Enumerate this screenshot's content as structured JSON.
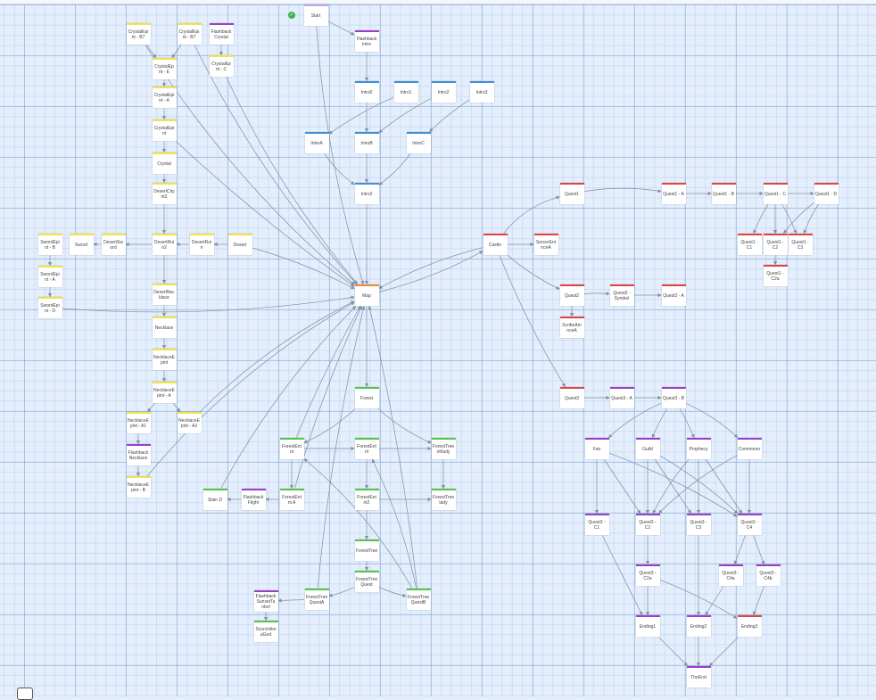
{
  "colors": {
    "yellow": "#f0e44a",
    "blue": "#3d8fd8",
    "purple": "#9a3fc9",
    "red": "#e04444",
    "green": "#52c64a",
    "orange": "#ef8a2f",
    "lilac": "#c9a6e6",
    "edge": "#7f8fa3"
  },
  "start_badge": "✓",
  "nodes": [
    {
      "id": "crystal_a1",
      "label": "CrystalEpi nt - B7",
      "color": "yellow"
    },
    {
      "id": "crystal_a2",
      "label": "CrystalEpi nt - B7",
      "color": "yellow"
    },
    {
      "id": "flashback_crystal",
      "label": "Flashback Crystal",
      "color": "purple"
    },
    {
      "id": "crystal_e",
      "label": "CrystalEp nt - E",
      "color": "yellow"
    },
    {
      "id": "crystal_c",
      "label": "CrystalEp nt - C",
      "color": "yellow"
    },
    {
      "id": "crystal_a",
      "label": "CrystalEpi nt - A",
      "color": "yellow"
    },
    {
      "id": "crystal_plain",
      "label": "CrystalEpi nt",
      "color": "yellow"
    },
    {
      "id": "crystal",
      "label": "Crystal",
      "color": "yellow"
    },
    {
      "id": "desert_city",
      "label": "DesertCity nt2",
      "color": "yellow"
    },
    {
      "id": "desert_r2",
      "label": "DesertRui n2",
      "color": "yellow"
    },
    {
      "id": "desert_r",
      "label": "DesertRui n",
      "color": "yellow"
    },
    {
      "id": "desert",
      "label": "Desert",
      "color": "yellow"
    },
    {
      "id": "desert_sw",
      "label": "DesertSw ord",
      "color": "yellow"
    },
    {
      "id": "sword",
      "label": "Sword",
      "color": "yellow"
    },
    {
      "id": "sword_b",
      "label": "SwordEpi nt - B",
      "color": "yellow"
    },
    {
      "id": "sword_a",
      "label": "SwordEpi nt - A",
      "color": "yellow"
    },
    {
      "id": "sword_d",
      "label": "SwordEpi nt - D",
      "color": "yellow"
    },
    {
      "id": "desert_necklace",
      "label": "DesertNec klace",
      "color": "yellow"
    },
    {
      "id": "necklace",
      "label": "Necklace",
      "color": "yellow"
    },
    {
      "id": "necklace_plain",
      "label": "NecklaceE pint",
      "color": "yellow"
    },
    {
      "id": "necklace_a",
      "label": "NecklaceE pint - A",
      "color": "yellow"
    },
    {
      "id": "necklace_a1",
      "label": "NecklaceE pint - A1",
      "color": "yellow"
    },
    {
      "id": "necklace_a2",
      "label": "NecklaceE pint - A2",
      "color": "yellow"
    },
    {
      "id": "flashback_necklace",
      "label": "Flashback Necklace",
      "color": "purple"
    },
    {
      "id": "necklace_b",
      "label": "NecklaceE pint - B",
      "color": "yellow"
    },
    {
      "id": "start",
      "label": "Start",
      "color": "lilac"
    },
    {
      "id": "flashback_intro",
      "label": "Flashback Intro",
      "color": "purple"
    },
    {
      "id": "intro0",
      "label": "Intro0",
      "color": "blue"
    },
    {
      "id": "intro1",
      "label": "Intro1",
      "color": "blue"
    },
    {
      "id": "intro2",
      "label": "Intro2",
      "color": "blue"
    },
    {
      "id": "intro3",
      "label": "Intro3",
      "color": "blue"
    },
    {
      "id": "introa",
      "label": "IntroA",
      "color": "blue"
    },
    {
      "id": "introb",
      "label": "IntroB",
      "color": "blue"
    },
    {
      "id": "introc",
      "label": "IntroC",
      "color": "blue"
    },
    {
      "id": "intro_end",
      "label": "Intro2",
      "color": "blue"
    },
    {
      "id": "map",
      "label": "Map",
      "color": "orange"
    },
    {
      "id": "castle",
      "label": "Castle",
      "color": "red"
    },
    {
      "id": "sorcerer",
      "label": "SorcerEnt nceA",
      "color": "red"
    },
    {
      "id": "quest1",
      "label": "Quest1",
      "color": "red"
    },
    {
      "id": "quest1_a",
      "label": "Quest1 - A",
      "color": "red"
    },
    {
      "id": "quest1_b",
      "label": "Quest1 - B",
      "color": "red"
    },
    {
      "id": "quest1_c",
      "label": "Quest1 - C",
      "color": "red"
    },
    {
      "id": "quest1_d",
      "label": "Quest1 - D",
      "color": "red"
    },
    {
      "id": "quest1_c1",
      "label": "Quest1 - C1",
      "color": "red"
    },
    {
      "id": "quest1_c2",
      "label": "Quest1 - C2",
      "color": "red"
    },
    {
      "id": "quest1_c3",
      "label": "Quest1 - C3",
      "color": "red"
    },
    {
      "id": "quest1_c2a",
      "label": "Quest1 - C2a",
      "color": "red"
    },
    {
      "id": "quest2",
      "label": "Quest2",
      "color": "red"
    },
    {
      "id": "quest2_symbol",
      "label": "Quest2 - Symbol",
      "color": "red"
    },
    {
      "id": "quest2_a",
      "label": "Quest2 - A",
      "color": "red"
    },
    {
      "id": "scribe",
      "label": "ScribeAm nceA",
      "color": "red"
    },
    {
      "id": "quest3",
      "label": "Quest3",
      "color": "red"
    },
    {
      "id": "quest3_a",
      "label": "Quest3 - A",
      "color": "purple"
    },
    {
      "id": "quest3_b",
      "label": "Quest3 - B",
      "color": "purple"
    },
    {
      "id": "fair",
      "label": "Fair",
      "color": "purple"
    },
    {
      "id": "guild",
      "label": "Guild",
      "color": "purple"
    },
    {
      "id": "prophecy",
      "label": "Prophecy",
      "color": "purple"
    },
    {
      "id": "commoner",
      "label": "Commoner",
      "color": "purple"
    },
    {
      "id": "quest3_c1",
      "label": "Quest3 - C1",
      "color": "purple"
    },
    {
      "id": "quest3_c2",
      "label": "Quest3 - C2",
      "color": "purple"
    },
    {
      "id": "quest3_c3",
      "label": "Quest3 - C3",
      "color": "purple"
    },
    {
      "id": "quest3_c4",
      "label": "Quest3 - C4",
      "color": "purple"
    },
    {
      "id": "quest3_c2a",
      "label": "Quest3 - C2a",
      "color": "purple"
    },
    {
      "id": "quest3_c4a",
      "label": "Quest3 - C4a",
      "color": "purple"
    },
    {
      "id": "quest3_c4b",
      "label": "Quest3 - C4b",
      "color": "purple"
    },
    {
      "id": "ending1",
      "label": "Ending1",
      "color": "purple"
    },
    {
      "id": "ending2",
      "label": "Ending2",
      "color": "purple"
    },
    {
      "id": "ending3",
      "label": "Ending3",
      "color": "red"
    },
    {
      "id": "the_end",
      "label": "TheEnd",
      "color": "purple"
    },
    {
      "id": "forest",
      "label": "Forest",
      "color": "green"
    },
    {
      "id": "forest_ent_l",
      "label": "ForestEnt nt",
      "color": "green"
    },
    {
      "id": "forest_ent_m",
      "label": "ForestEnt nt",
      "color": "green"
    },
    {
      "id": "forest_tree_r",
      "label": "ForestTree nt/lady",
      "color": "green"
    },
    {
      "id": "slain",
      "label": "Slain D",
      "color": "green"
    },
    {
      "id": "flashback_flight",
      "label": "Flashback Flight",
      "color": "purple"
    },
    {
      "id": "forest_ent_a",
      "label": "ForestEnt nt A",
      "color": "green"
    },
    {
      "id": "forest_ent_2",
      "label": "ForestEnt nt2",
      "color": "green"
    },
    {
      "id": "forest_treelady",
      "label": "ForestTree lady",
      "color": "green"
    },
    {
      "id": "forest_tree",
      "label": "ForestTree",
      "color": "green"
    },
    {
      "id": "forest_tree_quest",
      "label": "ForestTree Quest",
      "color": "green"
    },
    {
      "id": "forest_tree_quest_a",
      "label": "ForestTree QuestA",
      "color": "green"
    },
    {
      "id": "forest_tree_quest_b",
      "label": "ForestTree QuestB",
      "color": "green"
    },
    {
      "id": "flashback_sunset",
      "label": "Flashback SunsetTa nbel",
      "color": "purple"
    },
    {
      "id": "scorch",
      "label": "ScorchAm aGod",
      "color": "green"
    }
  ]
}
